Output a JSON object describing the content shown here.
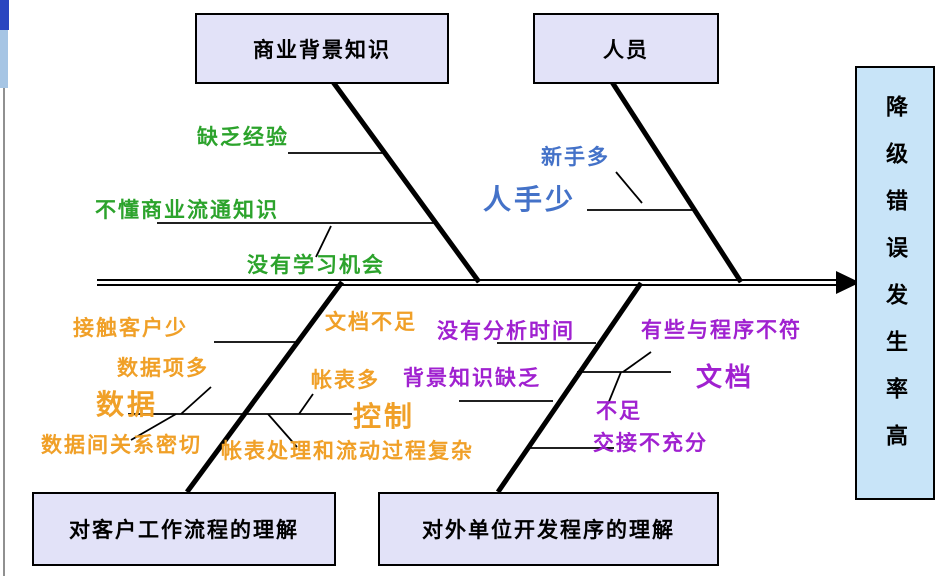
{
  "diagram_type": "fishbone (Ishikawa) cause-and-effect diagram",
  "effect": "降级错误发生率高",
  "title_boxes": {
    "top_left": "商业背景知识",
    "top_right": "人员",
    "bottom_left": "对客户工作流程的理解",
    "bottom_right": "对外单位开发程序的理解"
  },
  "causes": {
    "business": {
      "lack_experience": "缺乏经验",
      "no_business_knowledge": "不懂商业流通知识",
      "no_learning_chance": "没有学习机会"
    },
    "personnel": {
      "many_novices": "新手多",
      "short_staffed": "人手少"
    },
    "customer_workflow": {
      "little_customer_contact": "接触客户少",
      "many_data_items": "数据项多",
      "data": "数据",
      "close_data_relations": "数据间关系密切",
      "insufficient_docs": "文档不足",
      "many_ledgers": "帐表多",
      "control": "控制",
      "complex_ledger_flow": "帐表处理和流动过程复杂"
    },
    "external_program": {
      "no_analysis_time": "没有分析时间",
      "lack_background": "背景知识缺乏",
      "mismatch_program": "有些与程序不符",
      "document": "文档",
      "insufficient": "不足",
      "poor_handover": "交接不充分"
    }
  },
  "colors": {
    "business_causes": "#2ca32c",
    "personnel_causes": "#4472c8",
    "customer_workflow_causes": "#f0a028",
    "external_program_causes": "#a021d0",
    "category_box_fill": "#e2e2f8",
    "effect_box_fill": "#c8e4f8",
    "lines": "#000000"
  }
}
